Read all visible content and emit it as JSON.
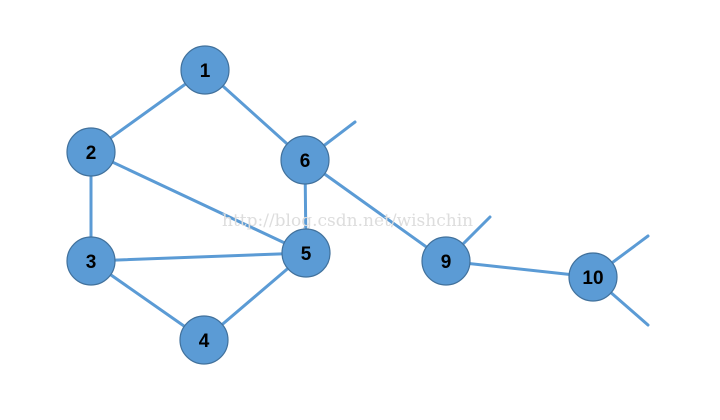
{
  "diagram": {
    "nodes": [
      {
        "id": "1",
        "label": "1"
      },
      {
        "id": "2",
        "label": "2"
      },
      {
        "id": "3",
        "label": "3"
      },
      {
        "id": "4",
        "label": "4"
      },
      {
        "id": "5",
        "label": "5"
      },
      {
        "id": "6",
        "label": "6"
      },
      {
        "id": "9",
        "label": "9"
      },
      {
        "id": "10",
        "label": "10"
      }
    ],
    "edges": [
      {
        "from": "1",
        "to": "2"
      },
      {
        "from": "1",
        "to": "6"
      },
      {
        "from": "2",
        "to": "3"
      },
      {
        "from": "2",
        "to": "5"
      },
      {
        "from": "3",
        "to": "5"
      },
      {
        "from": "3",
        "to": "4"
      },
      {
        "from": "4",
        "to": "5"
      },
      {
        "from": "6",
        "to": "5"
      },
      {
        "from": "6",
        "to": "9"
      },
      {
        "from": "9",
        "to": "10"
      }
    ],
    "dangling_edges": [
      {
        "from": "6"
      },
      {
        "from": "9"
      },
      {
        "from": "10"
      },
      {
        "from": "10"
      }
    ],
    "node_color": "#5b9bd5",
    "edge_color": "#5b9bd5"
  },
  "watermark": {
    "text": "http://blog.csdn.net/wishchin"
  }
}
